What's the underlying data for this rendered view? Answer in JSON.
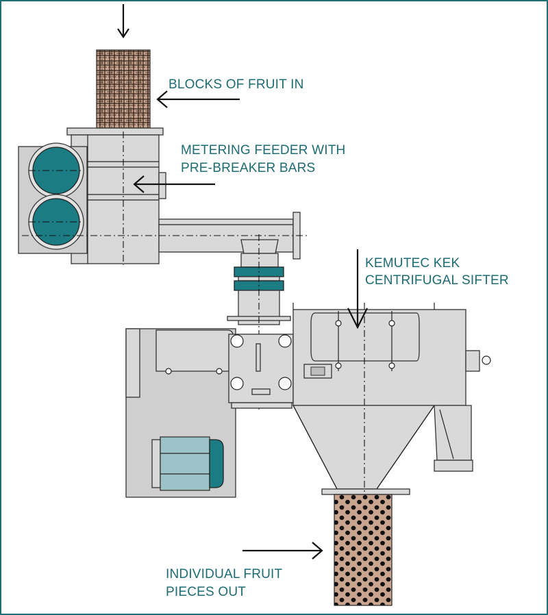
{
  "labels": {
    "blocks_in": "BLOCKS OF FRUIT IN",
    "feeder_line1": "METERING FEEDER WITH",
    "feeder_line2": "PRE-BREAKER BARS",
    "sifter_line1": "KEMUTEC KEK",
    "sifter_line2": "CENTRIFUGAL SIFTER",
    "pieces_line1": "INDIVIDUAL FRUIT",
    "pieces_line2": "PIECES OUT"
  },
  "colors": {
    "label_text": "#1d6b73",
    "frame_border": "#1f6f78",
    "teal_parts": "#1c7c84",
    "motor_body": "#9cc3c7",
    "steel": "#d9d9d9",
    "product_brown": "#c9a48e"
  }
}
